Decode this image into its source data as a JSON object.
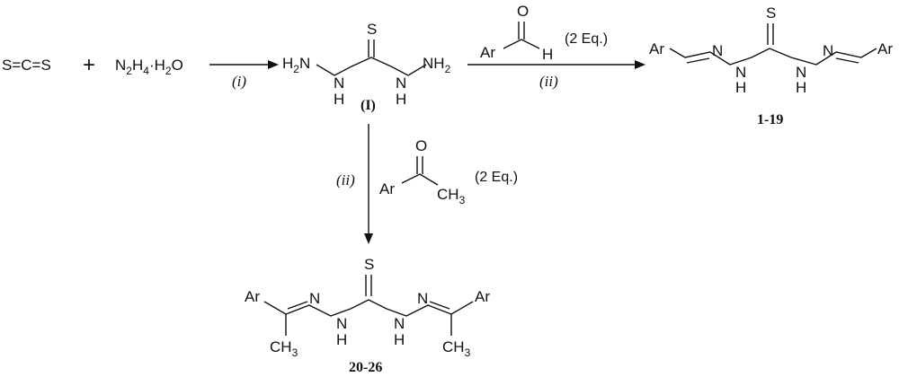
{
  "reactants": {
    "cs2": "S=C=S",
    "plus": "+",
    "hydrazine": "N2H4·H2O"
  },
  "steps": {
    "step1_condition": "i",
    "step2_condition": "ii",
    "step3_condition": "ii"
  },
  "aldehyde": {
    "ar": "Ar",
    "o": "O",
    "h": "H",
    "equiv": "(2 Eq.)"
  },
  "ketone": {
    "ar": "Ar",
    "o": "O",
    "ch3": "CH3",
    "equiv": "(2 Eq.)"
  },
  "intermediate": {
    "s": "S",
    "label": "(I)",
    "nh2_left": "H2N",
    "nh_left": "N",
    "h_left": "H",
    "nh_right": "N",
    "h_right": "H",
    "nh2_right": "NH2"
  },
  "product_a": {
    "label": "1-19",
    "ar_left": "Ar",
    "ar_right": "Ar",
    "s": "S",
    "n_eq_left": "N",
    "nh_left": "N",
    "h_left": "H",
    "nh_right": "N",
    "h_right": "H",
    "n_eq_right": "N"
  },
  "product_b": {
    "label": "20-26",
    "ar_left": "Ar",
    "ar_right": "Ar",
    "s": "S",
    "ch3": "CH3",
    "n_eq_left": "N",
    "nh_left": "N",
    "h_left": "H",
    "nh_right": "N",
    "h_right": "H",
    "n_eq_right": "N"
  }
}
